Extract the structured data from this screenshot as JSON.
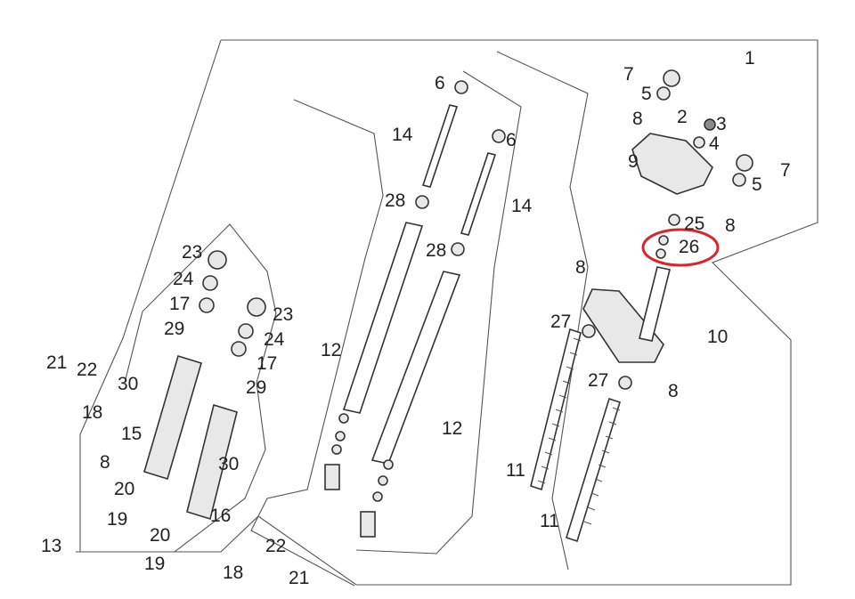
{
  "diagram": {
    "highlight_color": "#d9262b",
    "highlighted_label": "26",
    "labels": [
      "1",
      "7",
      "5",
      "2",
      "3",
      "8",
      "4",
      "9",
      "7",
      "5",
      "25",
      "8",
      "26",
      "8",
      "6",
      "14",
      "6",
      "28",
      "14",
      "28",
      "12",
      "12",
      "23",
      "24",
      "17",
      "29",
      "23",
      "24",
      "17",
      "29",
      "30",
      "30",
      "21",
      "22",
      "18",
      "15",
      "8",
      "20",
      "19",
      "16",
      "20",
      "19",
      "13",
      "22",
      "18",
      "21",
      "27",
      "27",
      "8",
      "10",
      "11",
      "11"
    ]
  }
}
